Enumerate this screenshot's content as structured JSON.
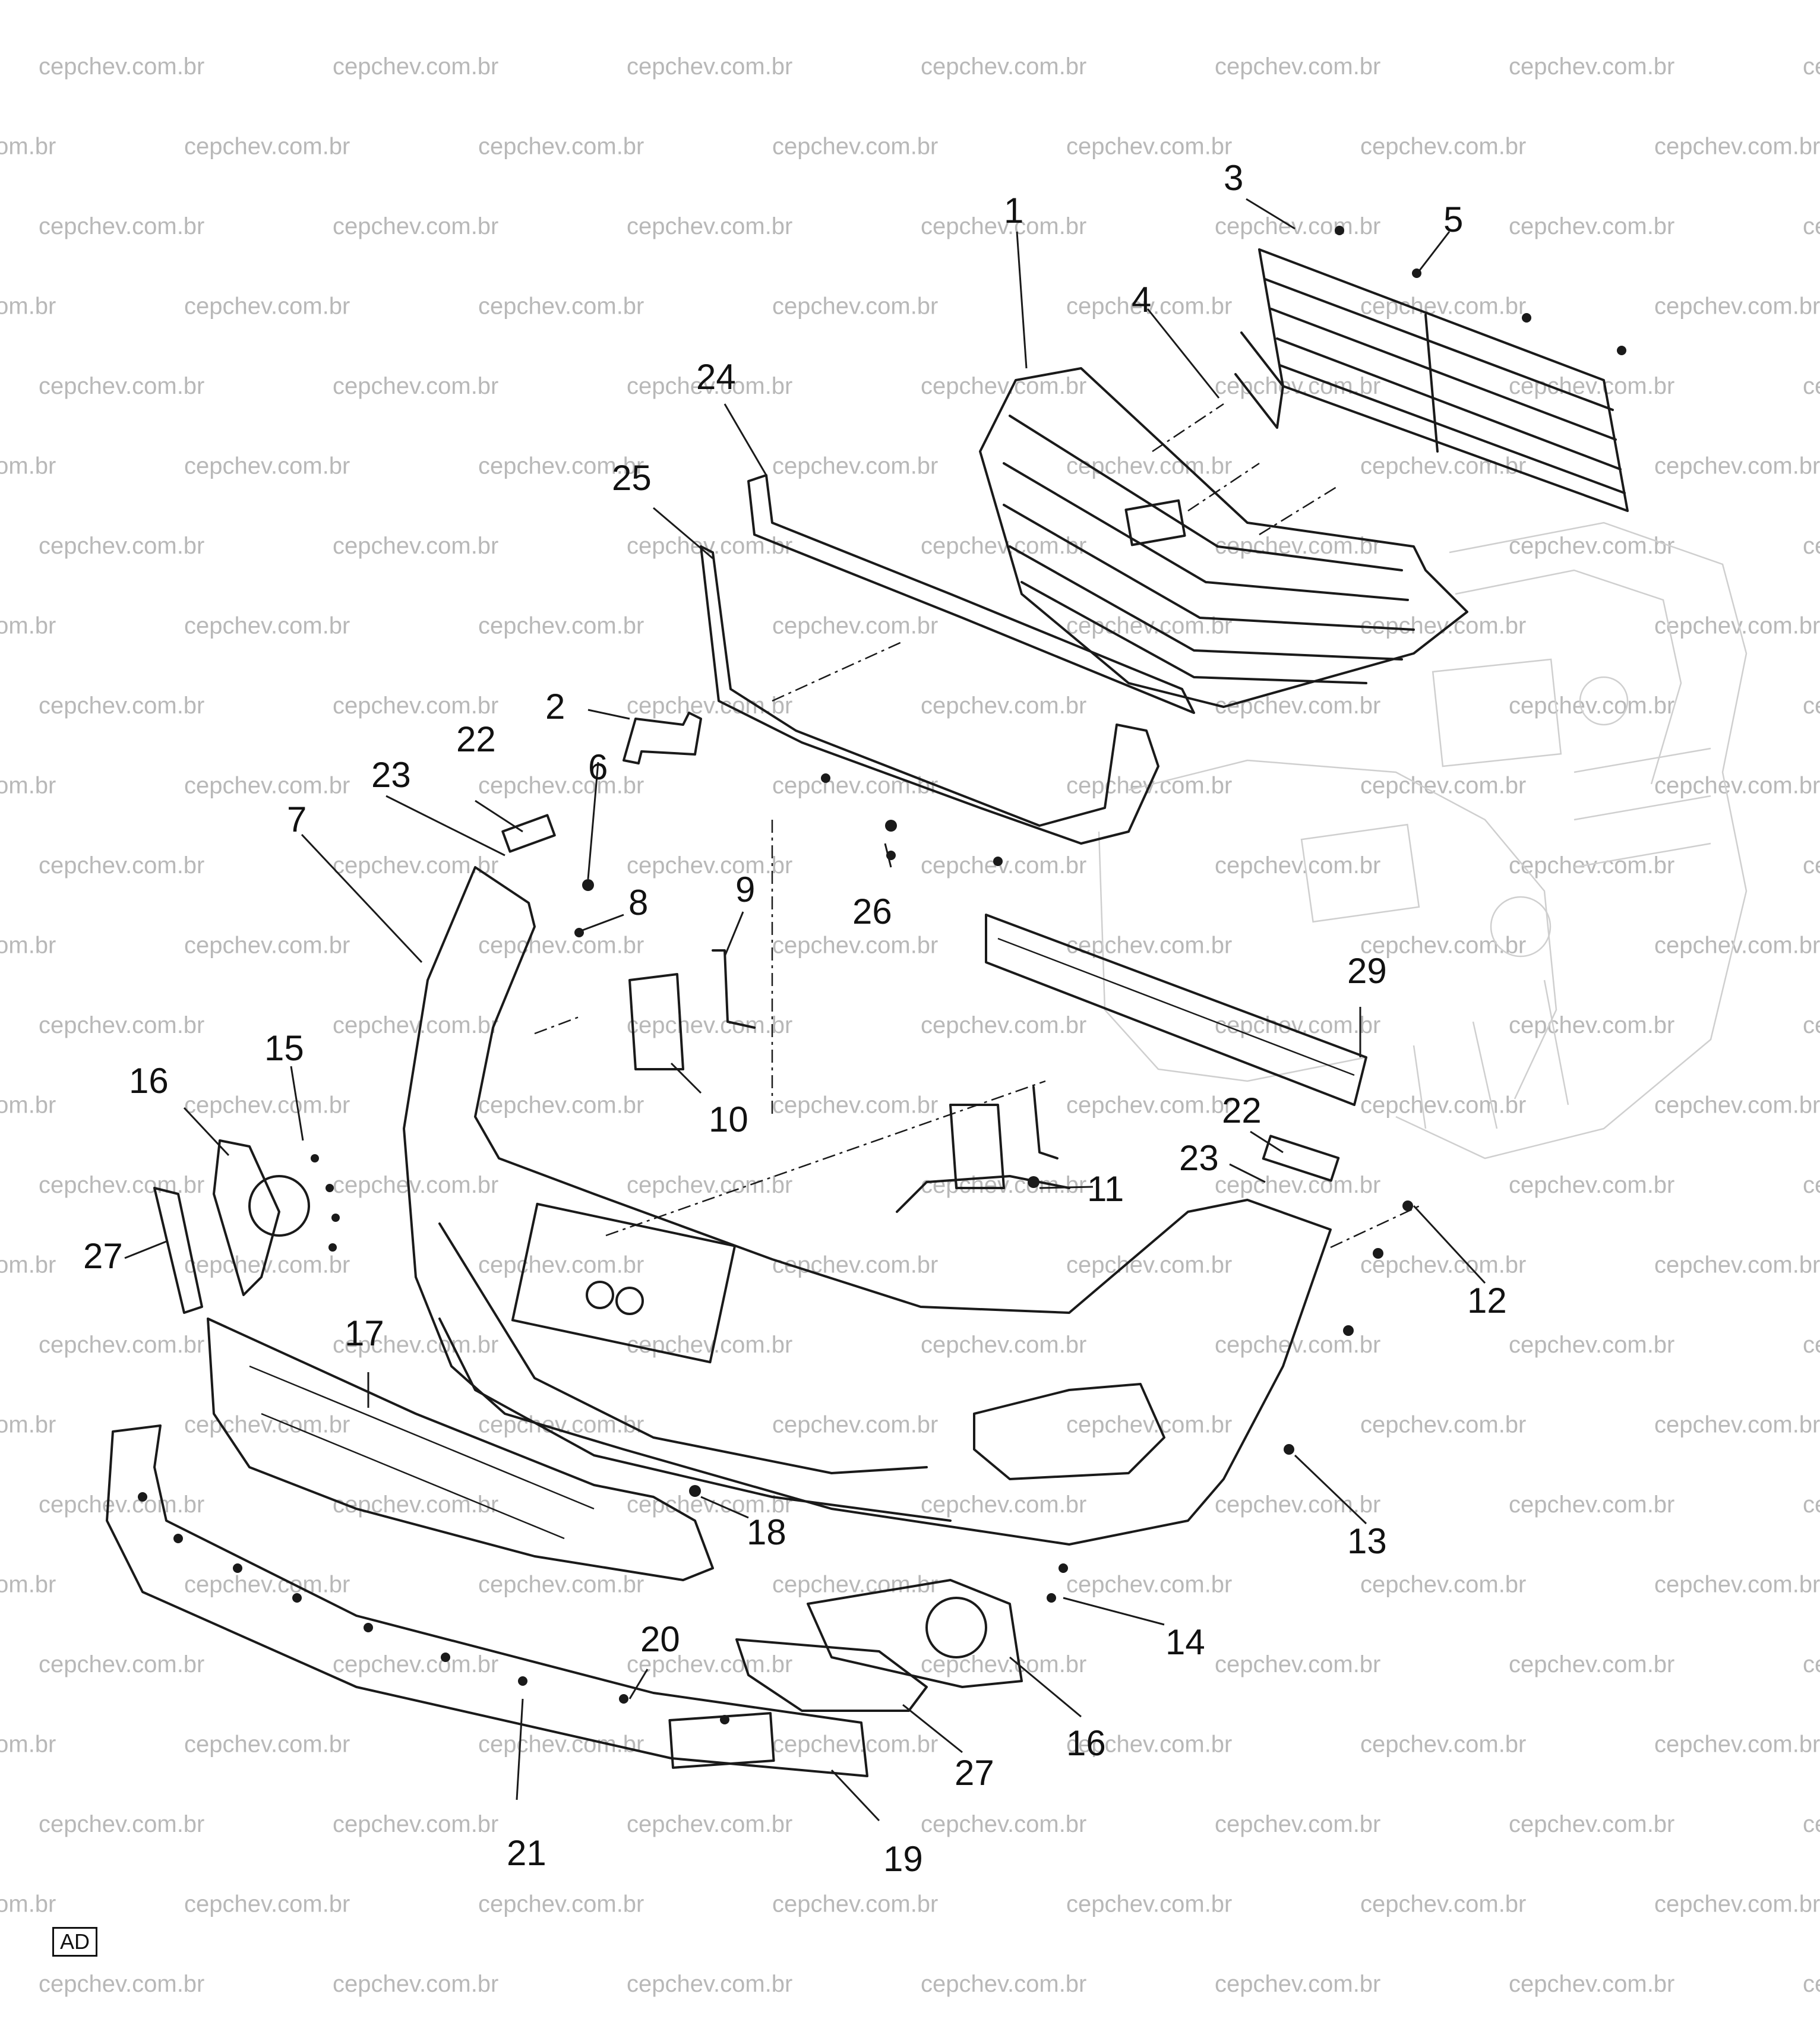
{
  "watermark": {
    "text": "cepchev.com.br",
    "color": "#b8b8b8"
  },
  "diagram_tag": "AD",
  "callouts": [
    "1",
    "2",
    "3",
    "4",
    "5",
    "6",
    "7",
    "8",
    "9",
    "10",
    "11",
    "12",
    "13",
    "14",
    "15",
    "16",
    "16",
    "17",
    "18",
    "19",
    "20",
    "21",
    "22",
    "22",
    "23",
    "23",
    "24",
    "25",
    "26",
    "27",
    "27",
    "29"
  ],
  "parts": [
    {
      "id": "grille-upper",
      "callout": "1"
    },
    {
      "id": "emblem",
      "callout": "2"
    },
    {
      "id": "shutter-screw",
      "callout": "3"
    },
    {
      "id": "air-shutter",
      "callout": "4"
    },
    {
      "id": "shutter-screw-right",
      "callout": "5"
    },
    {
      "id": "bumper-nut",
      "callout": "6"
    },
    {
      "id": "front-bumper-fascia",
      "callout": "7"
    },
    {
      "id": "bumper-screw",
      "callout": "8"
    },
    {
      "id": "energy-absorber-bracket",
      "callout": "9"
    },
    {
      "id": "impact-block",
      "callout": "10"
    },
    {
      "id": "lower-retainer-nut",
      "callout": "11"
    },
    {
      "id": "side-clip",
      "callout": "12"
    },
    {
      "id": "lower-side-clip",
      "callout": "13"
    },
    {
      "id": "fog-lamp-bolt",
      "callout": "14"
    },
    {
      "id": "fog-lamp-bolt-left",
      "callout": "15"
    },
    {
      "id": "fog-lamp-housing",
      "callout": "16"
    },
    {
      "id": "lower-grille",
      "callout": "17"
    },
    {
      "id": "lower-grille-clip",
      "callout": "18"
    },
    {
      "id": "lower-valance",
      "callout": "19"
    },
    {
      "id": "valance-push-pin",
      "callout": "20"
    },
    {
      "id": "valance-screw",
      "callout": "21"
    },
    {
      "id": "fascia-guide-bracket",
      "callout": "22"
    },
    {
      "id": "guide-bracket-screw",
      "callout": "23"
    },
    {
      "id": "grille-molding",
      "callout": "24"
    },
    {
      "id": "grille-molding-end",
      "callout": "25"
    },
    {
      "id": "molding-retainer",
      "callout": "26"
    },
    {
      "id": "fog-lamp-bezel",
      "callout": "27"
    },
    {
      "id": "bumper-reinforcement",
      "callout": "29"
    }
  ]
}
